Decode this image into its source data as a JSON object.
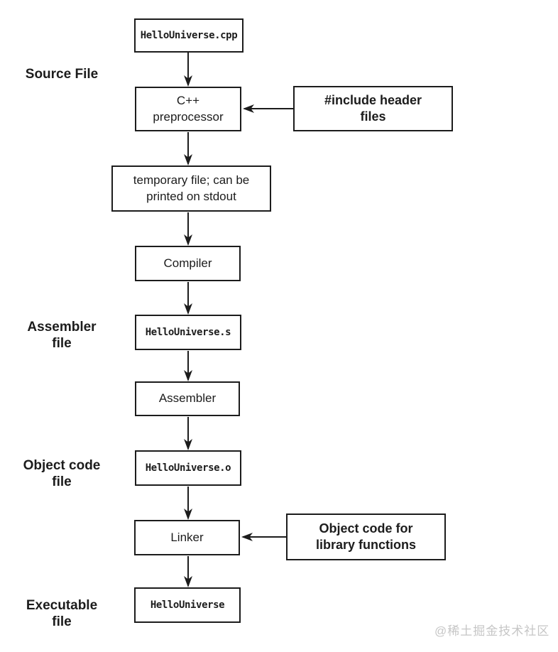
{
  "flowchart": {
    "nodes": {
      "source_cpp": {
        "label": "HelloUniverse.cpp"
      },
      "preprocessor": {
        "label": "C++\npreprocessor"
      },
      "temp_file": {
        "label": "temporary file; can be\nprinted on stdout"
      },
      "compiler": {
        "label": "Compiler"
      },
      "assembly_s": {
        "label": "HelloUniverse.s"
      },
      "assembler": {
        "label": "Assembler"
      },
      "object_o": {
        "label": "HelloUniverse.o"
      },
      "linker": {
        "label": "Linker"
      },
      "executable": {
        "label": "HelloUniverse"
      }
    },
    "side_labels": {
      "source_file": "Source File",
      "assembler_file": "Assembler\nfile",
      "object_code_file": "Object code\nfile",
      "executable_file": "Executable\nfile"
    },
    "annotations": {
      "include_headers": "#include header\nfiles",
      "library_objects": "Object code for\nlibrary functions"
    },
    "edges": [
      {
        "from": "source_cpp",
        "to": "preprocessor"
      },
      {
        "from": "preprocessor",
        "to": "temp_file"
      },
      {
        "from": "temp_file",
        "to": "compiler"
      },
      {
        "from": "compiler",
        "to": "assembly_s"
      },
      {
        "from": "assembly_s",
        "to": "assembler"
      },
      {
        "from": "assembler",
        "to": "object_o"
      },
      {
        "from": "object_o",
        "to": "linker"
      },
      {
        "from": "linker",
        "to": "executable"
      },
      {
        "from": "include_headers",
        "to": "preprocessor"
      },
      {
        "from": "library_objects",
        "to": "linker"
      }
    ],
    "colors": {
      "line": "#1c1c1c",
      "text": "#1c1c1c",
      "background": "#ffffff",
      "watermark": "#c6c6c6"
    }
  },
  "watermark": {
    "text": "@稀土掘金技术社区"
  }
}
